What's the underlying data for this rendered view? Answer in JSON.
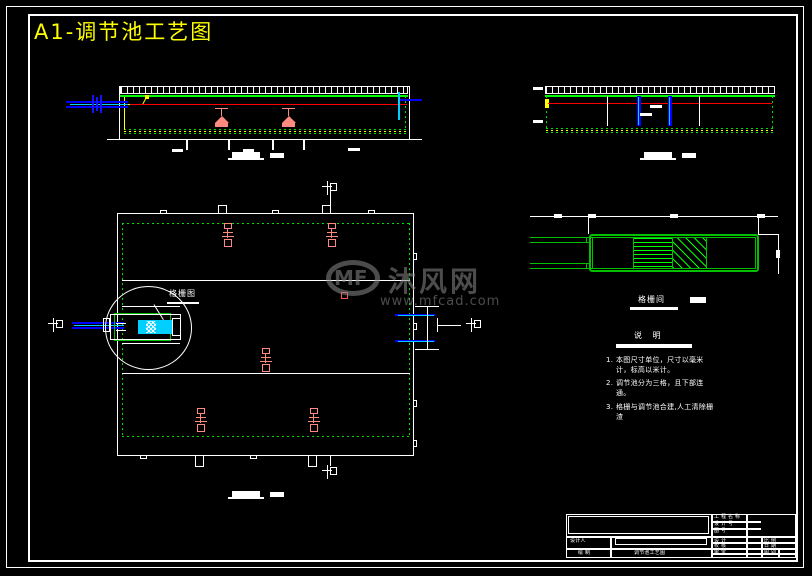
{
  "document": {
    "title": "A1-调节池工艺图",
    "title_color": "#ffff00",
    "background": "#000000",
    "sheet_border_color": "#ffffff"
  },
  "watermark": {
    "brand": "沐风网",
    "url": "www.mfcad.com",
    "logo_text": "MF"
  },
  "views": {
    "elevation_left": {
      "name": "1-1剖面图",
      "label_bar": true
    },
    "elevation_right": {
      "name": "2-2剖面图",
      "label_bar": true
    },
    "plan_main": {
      "name": "调节池平面图",
      "label_bar": true
    },
    "detail_right": {
      "name": "格栅间",
      "label_bar": true
    }
  },
  "callouts": {
    "detail_grille": "格栅图",
    "grille_room": "格栅间"
  },
  "notes": {
    "heading": "说    明",
    "items": [
      {
        "num": "1.",
        "text": "本图尺寸单位，尺寸以毫米计，标高以米计。"
      },
      {
        "num": "2.",
        "text": "调节池分为三格，且下部连通。"
      },
      {
        "num": "3.",
        "text": "格栅与调节池合建,人工清除栅渣"
      }
    ]
  },
  "title_block": {
    "design_label": "设计人",
    "drawn_label": "绘 制",
    "drawing_name": "调节池工艺图",
    "col_labels": [
      "工 程 名 称",
      "设 计 号",
      "图 号"
    ],
    "right_labels": [
      "比 例",
      "日 期",
      "图 别"
    ],
    "fields": [
      "设 计",
      "校 核",
      "审 定"
    ]
  },
  "colors": {
    "wall": "#ffffff",
    "structure_green": "#00c000",
    "green_bright": "#00ff00",
    "centerline_red": "#ff0000",
    "pipe_blue": "#0000ff",
    "equipment_pink": "#ff8a80",
    "detail_cyan": "#00cfff",
    "yellow": "#ffff00"
  }
}
